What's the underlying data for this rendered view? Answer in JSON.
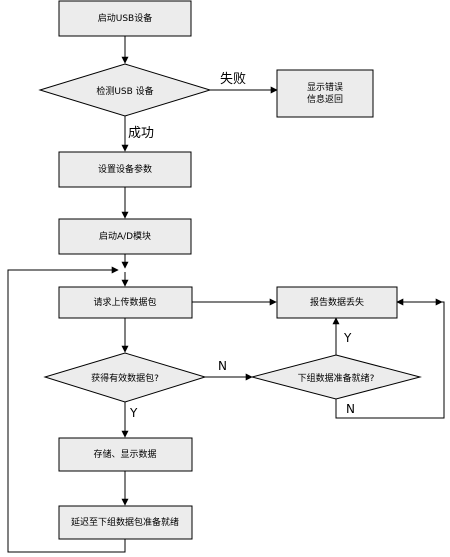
{
  "nodes": {
    "start_usb": "启动USB设备",
    "detect_usb": "检测USB 设备",
    "show_error_line1": "显示错误",
    "show_error_line2": "信息返回",
    "set_params": "设置设备参数",
    "start_ad": "启动A/D模块",
    "request_upload": "请求上传数据包",
    "report_loss": "报告数据丢失",
    "got_valid_packet": "获得有效数据包?",
    "next_ready": "下组数据准备就绪?",
    "store_display": "存储、显示数据",
    "delay_next": "延迟至下组数据包准备就绪"
  },
  "edges": {
    "fail": "失败",
    "success": "成功",
    "no_1": "N",
    "yes_1": "Y",
    "yes_2": "Y",
    "no_2": "N"
  }
}
